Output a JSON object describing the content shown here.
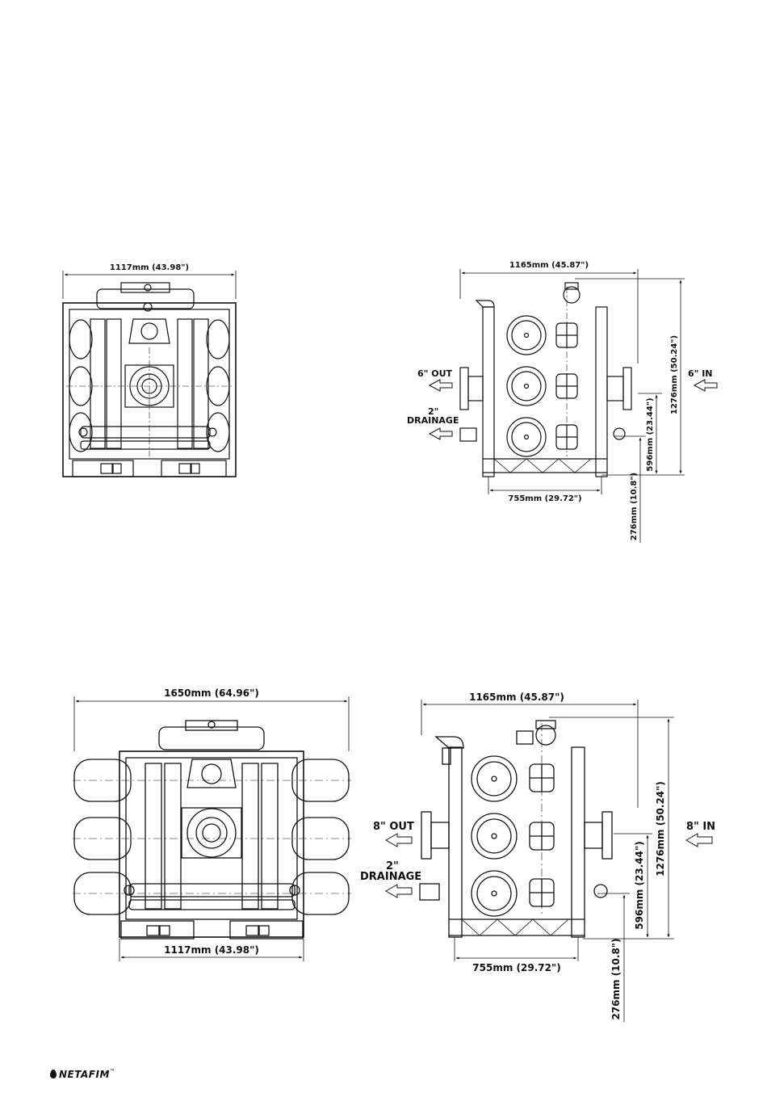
{
  "diagram": {
    "view1_top": {
      "width_label": "1117mm (43.98\")"
    },
    "view1_side": {
      "width_label": "1165mm (45.87\")",
      "height_label": "1276mm (50.24\")",
      "inlet_height_label": "596mm (23.44\")",
      "base_width_label": "755mm (29.72\")",
      "drain_height_label": "276mm (10.8\")",
      "outlet_label": "6\" OUT",
      "inlet_label": "6\" IN",
      "drain_label_size": "2\"",
      "drain_label": "DRAINAGE"
    },
    "view2_top": {
      "width_label": "1650mm (64.96\")",
      "base_width_label": "1117mm (43.98\")"
    },
    "view2_side": {
      "width_label": "1165mm (45.87\")",
      "height_label": "1276mm (50.24\")",
      "inlet_height_label": "596mm (23.44\")",
      "base_width_label": "755mm (29.72\")",
      "drain_height_label": "276mm (10.8\")",
      "outlet_label": "8\" OUT",
      "inlet_label": "8\" IN",
      "drain_label_size": "2\"",
      "drain_label": "DRAINAGE"
    }
  },
  "footer": {
    "brand": "NETAFIM",
    "trademark": "™"
  }
}
